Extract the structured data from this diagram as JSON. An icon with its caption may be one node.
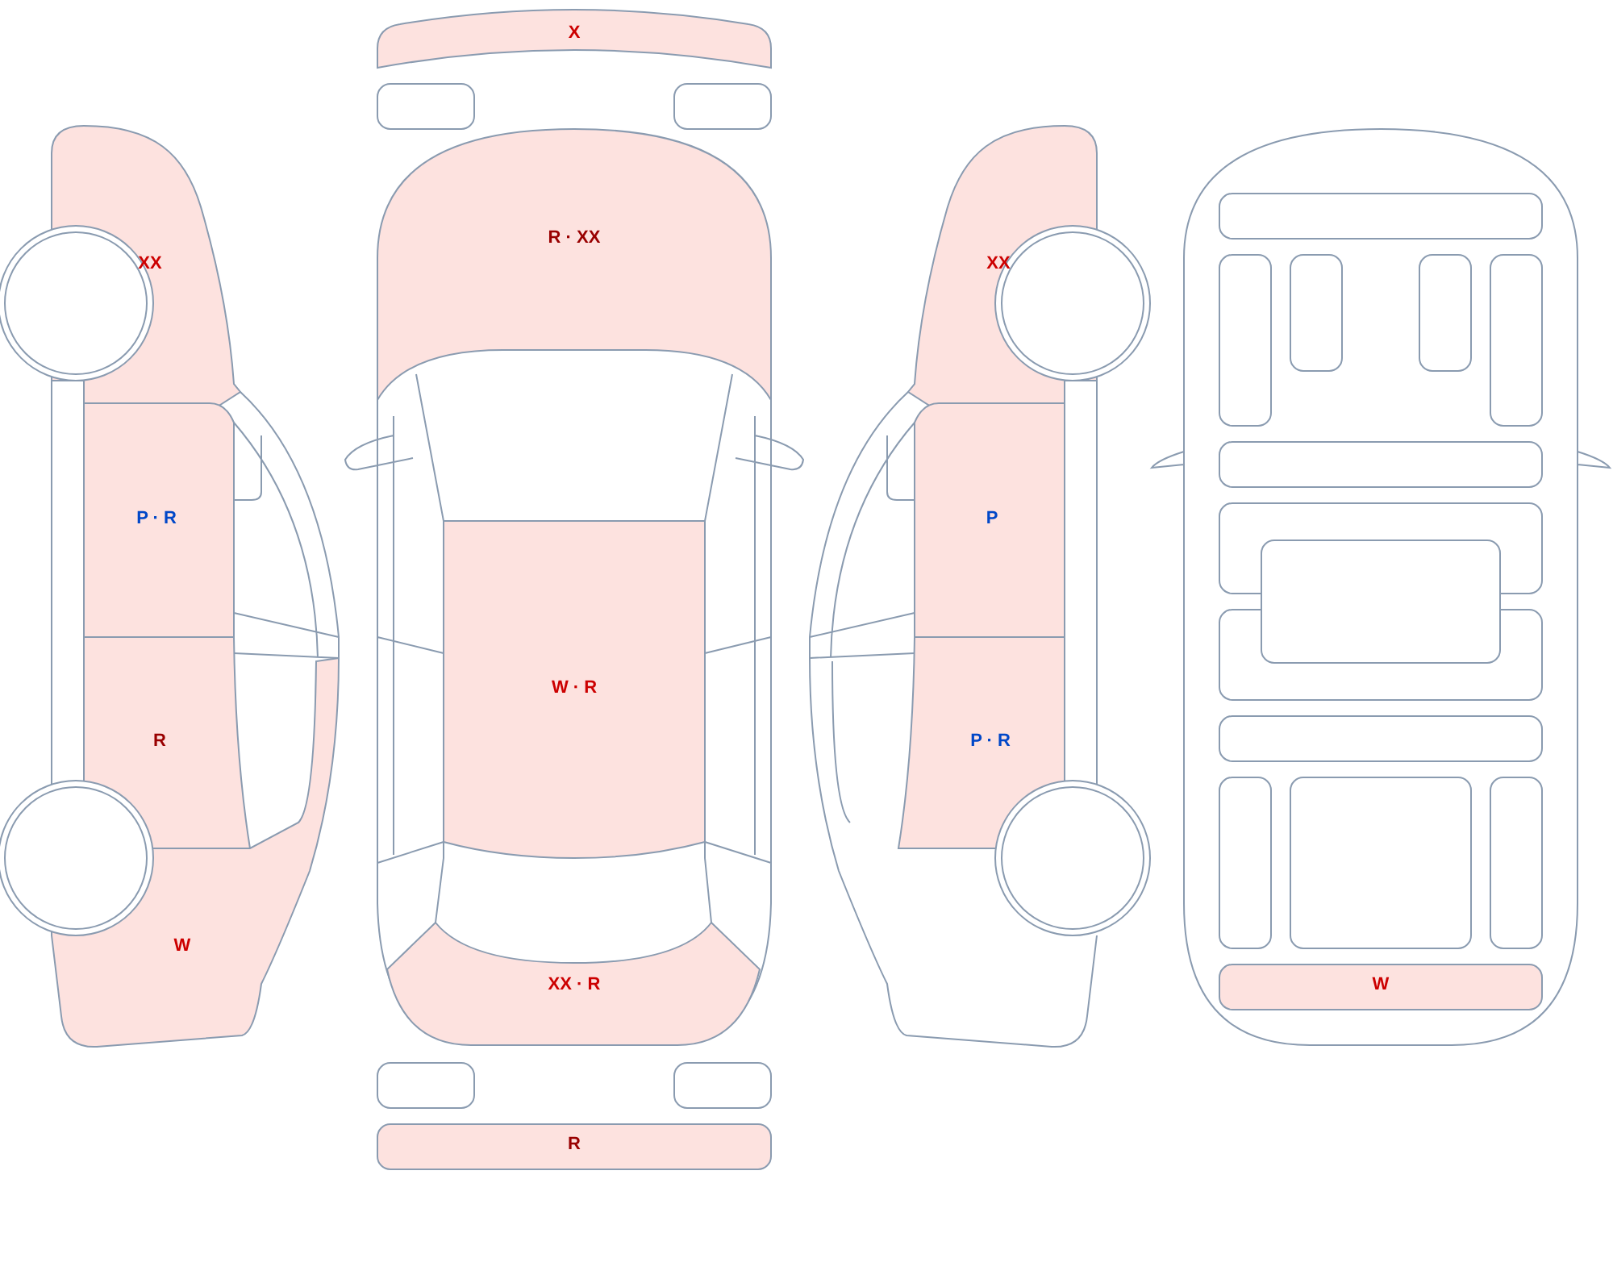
{
  "diagram": {
    "nodes": [
      {
        "text": [
          "XX"
        ]
      },
      {
        "text": [
          "P · R"
        ]
      },
      {
        "text": [
          "R"
        ]
      },
      {
        "text": [
          "W"
        ]
      },
      {
        "text": [
          "X"
        ]
      },
      {
        "text": [],
        "shape": "box"
      },
      {
        "text": [],
        "shape": "box"
      },
      {
        "text": [
          "R · XX"
        ]
      },
      {
        "text": [
          "W · R"
        ]
      },
      {
        "text": [
          "XX · R"
        ]
      },
      {
        "text": [],
        "shape": "box"
      },
      {
        "text": [],
        "shape": "box"
      },
      {
        "text": [
          "R"
        ]
      },
      {
        "text": [
          "XX"
        ]
      },
      {
        "text": [
          "P"
        ]
      },
      {
        "text": [
          "P · R"
        ]
      },
      {
        "text": [],
        "shape": "box"
      },
      {
        "text": [],
        "shape": "box"
      },
      {
        "text": [],
        "shape": "box"
      },
      {
        "text": [],
        "shape": "box"
      },
      {
        "text": [],
        "shape": "box"
      },
      {
        "text": [],
        "shape": "box"
      },
      {
        "text": [],
        "shape": "box"
      },
      {
        "text": [],
        "shape": "box"
      },
      {
        "text": [],
        "shape": "box"
      },
      {
        "text": [],
        "shape": "box"
      },
      {
        "text": [],
        "shape": "box"
      },
      {
        "text": [],
        "shape": "box"
      },
      {
        "text": [],
        "shape": "box"
      },
      {
        "text": [
          "W"
        ]
      }
    ]
  }
}
